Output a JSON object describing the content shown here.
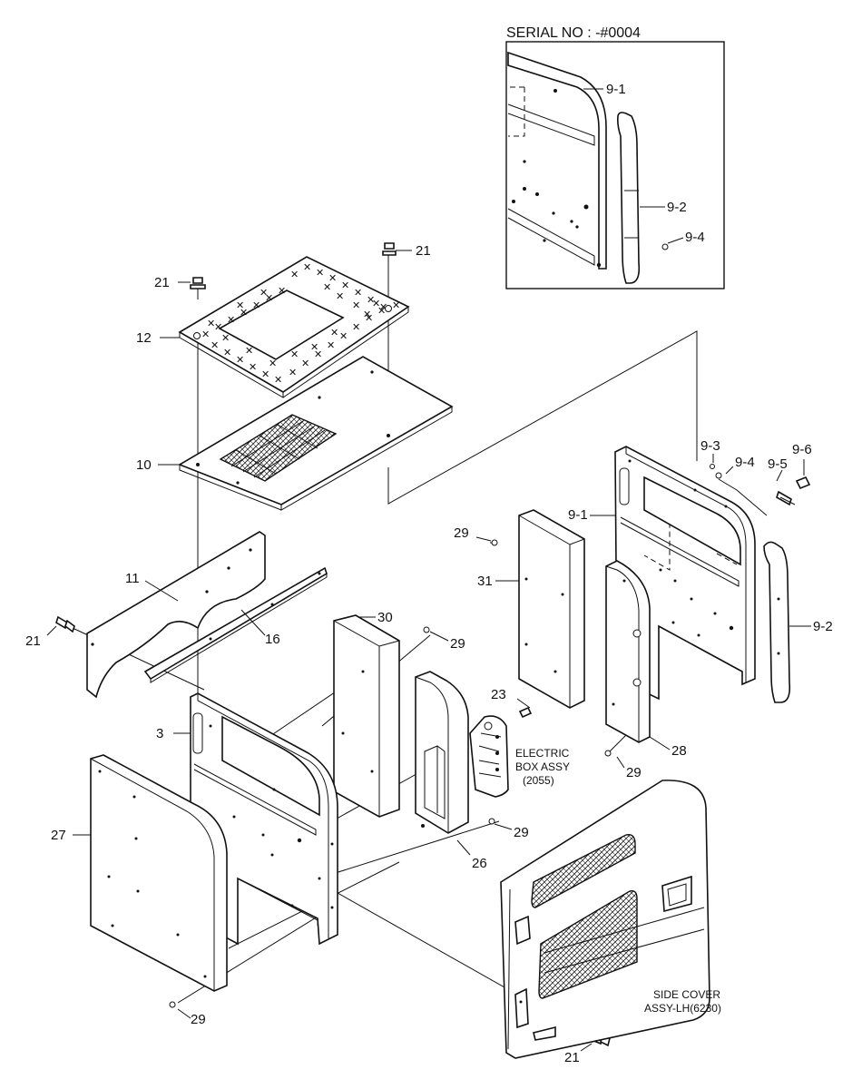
{
  "serial_box": {
    "title": "SERIAL NO : -#0004",
    "labels": [
      "9-1",
      "9-2",
      "9-4"
    ]
  },
  "callouts": {
    "p21_top_left": "21",
    "p21_top_right": "21",
    "p21_left": "21",
    "p21_bottom": "21",
    "p12": "12",
    "p10": "10",
    "p11": "11",
    "p16": "16",
    "p3": "3",
    "p27": "27",
    "p30": "30",
    "p29_a": "29",
    "p29_b": "29",
    "p29_c": "29",
    "p29_d": "29",
    "p29_e": "29",
    "p31": "31",
    "p9_1": "9-1",
    "p9_2": "9-2",
    "p9_3": "9-3",
    "p9_4": "9-4",
    "p9_5": "9-5",
    "p9_6": "9-6",
    "p28": "28",
    "p26": "26",
    "p23": "23"
  },
  "notes": {
    "electric_box_line1": "ELECTRIC",
    "electric_box_line2": "BOX ASSY",
    "electric_box_line3": "(2055)",
    "side_cover_line1": "SIDE COVER",
    "side_cover_line2": "ASSY-LH(6230)"
  }
}
